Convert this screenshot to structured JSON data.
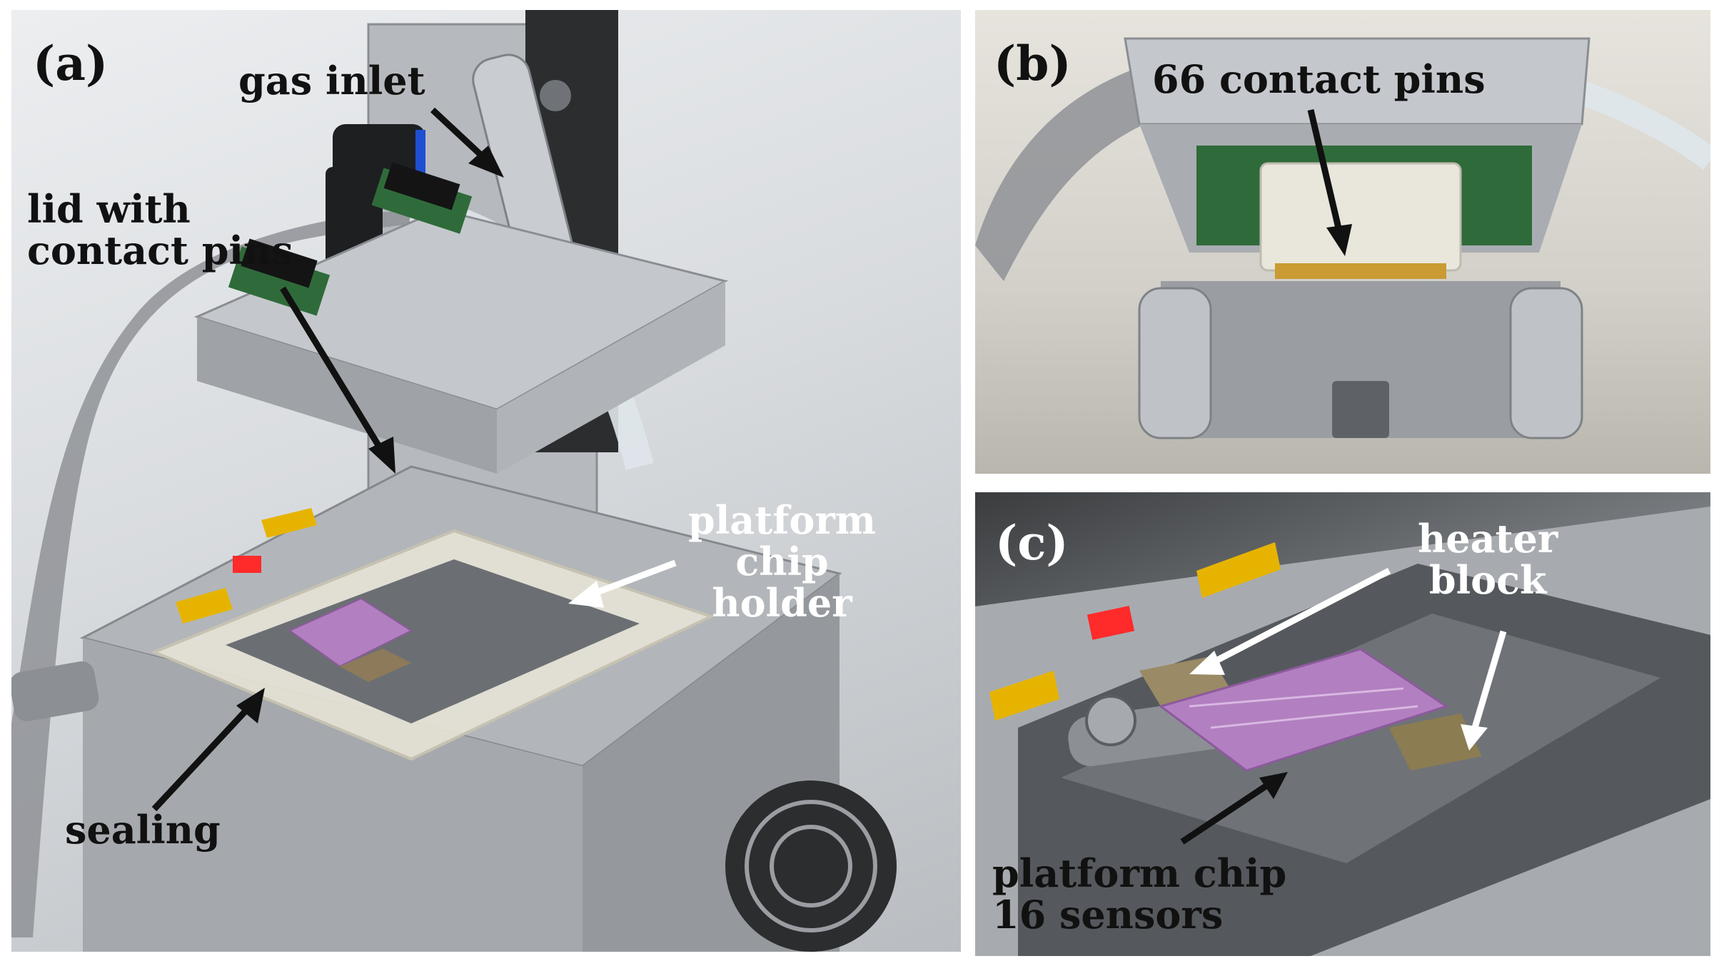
{
  "panels": {
    "a": {
      "letter": "(a)",
      "labels": {
        "gas_inlet": "gas inlet",
        "lid": "lid with\ncontact pins",
        "platform": "platform\nchip\nholder",
        "sealing": "sealing"
      }
    },
    "b": {
      "letter": "(b)",
      "labels": {
        "pins": "66 contact pins"
      }
    },
    "c": {
      "letter": "(c)",
      "labels": {
        "heater": "heater\nblock",
        "chip": "platform chip\n16 sensors"
      }
    }
  },
  "colors": {
    "aluminium": "#b8bcc0",
    "dark_metal": "#3c3f42",
    "chip": "#b27fc0",
    "pcb": "#2f6b3a",
    "warning": "#e6b400",
    "led": "#ff2a2a",
    "gold": "#c99b32"
  }
}
